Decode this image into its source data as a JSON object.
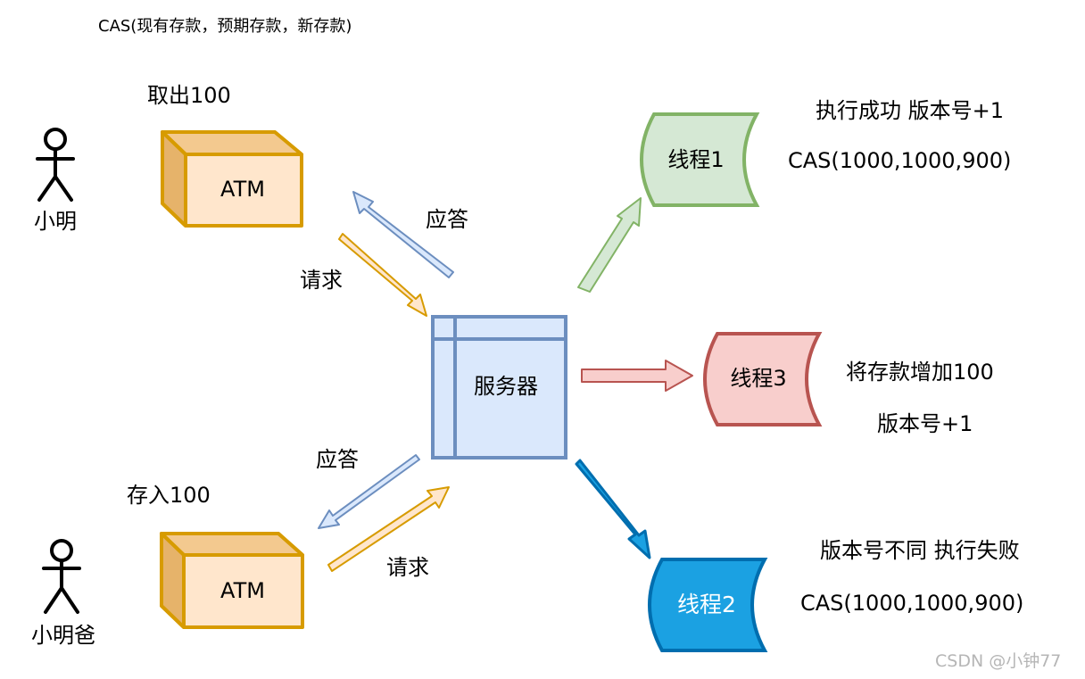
{
  "title": "CAS(现有存款，预期存款，新存款)",
  "actors": {
    "top": "小明",
    "bottom": "小明爸"
  },
  "atm": {
    "top_label": "ATM",
    "bottom_label": "ATM",
    "top_action": "取出100",
    "bottom_action": "存入100"
  },
  "server": {
    "label": "服务器"
  },
  "arrows": {
    "top_response": "应答",
    "top_request": "请求",
    "bottom_response": "应答",
    "bottom_request": "请求"
  },
  "threads": {
    "t1": {
      "label": "线程1",
      "note1": "执行成功  版本号+1",
      "note2": "CAS(1000,1000,900)"
    },
    "t3": {
      "label": "线程3",
      "note1": "将存款增加100",
      "note2": "版本号+1"
    },
    "t2": {
      "label": "线程2",
      "note1": "版本号不同 执行失败",
      "note2": "CAS(1000,1000,900)"
    }
  },
  "watermark": "CSDN @小钟77",
  "colors": {
    "atm_fill": "#ffe6cc",
    "atm_stroke": "#d79b00",
    "server_fill": "#dae8fc",
    "server_stroke": "#6c8ebf",
    "t1_fill": "#d5e8d4",
    "t1_stroke": "#82b366",
    "t3_fill": "#f8cecc",
    "t3_stroke": "#b85450",
    "t2_fill": "#1ba1e2",
    "t2_stroke": "#006eaf"
  }
}
